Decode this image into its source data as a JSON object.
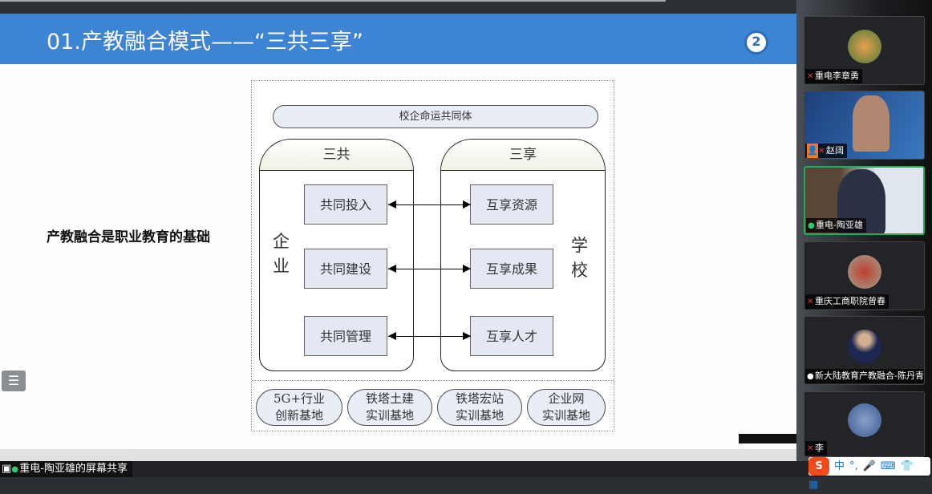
{
  "slide": {
    "title": "01.产教融合模式——“三共三享”",
    "logo_text": "2",
    "subtitle": "产教融合是职业教育的基础",
    "diagram": {
      "top_banner": "校企命运共同体",
      "left_group": {
        "header": "三共",
        "side_label": [
          "企",
          "业"
        ],
        "items": [
          "共同投入",
          "共同建设",
          "共同管理"
        ]
      },
      "right_group": {
        "header": "三享",
        "side_label": [
          "学",
          "校"
        ],
        "items": [
          "互享资源",
          "互享成果",
          "互享人才"
        ]
      },
      "bases": [
        [
          "5G+行业",
          "创新基地"
        ],
        [
          "铁塔土建",
          "实训基地"
        ],
        [
          "铁塔宏站",
          "实训基地"
        ],
        [
          "企业网",
          "实训基地"
        ]
      ]
    }
  },
  "menu_icon": "☰",
  "share_label": "重电-陶亚雄的屏幕共享",
  "participants": [
    {
      "name": "重电李章勇",
      "muted": true
    },
    {
      "name": "赵阔",
      "muted": true
    },
    {
      "name": "重电-陶亚雄",
      "muted": false
    },
    {
      "name": "重庆工商职院曾春",
      "muted": true
    },
    {
      "name": "新大陆教育产教融合-陈丹青",
      "muted": false
    },
    {
      "name": "李",
      "muted": true
    }
  ],
  "ime": {
    "logo": "S",
    "mode": "中",
    "punct": "°,",
    "icons": [
      "mic-icon",
      "keyboard-icon",
      "skin-icon",
      "apps-icon"
    ]
  },
  "colors": {
    "header": "#3d84d4",
    "active_border": "#1fae5b",
    "muted": "#e33333"
  }
}
